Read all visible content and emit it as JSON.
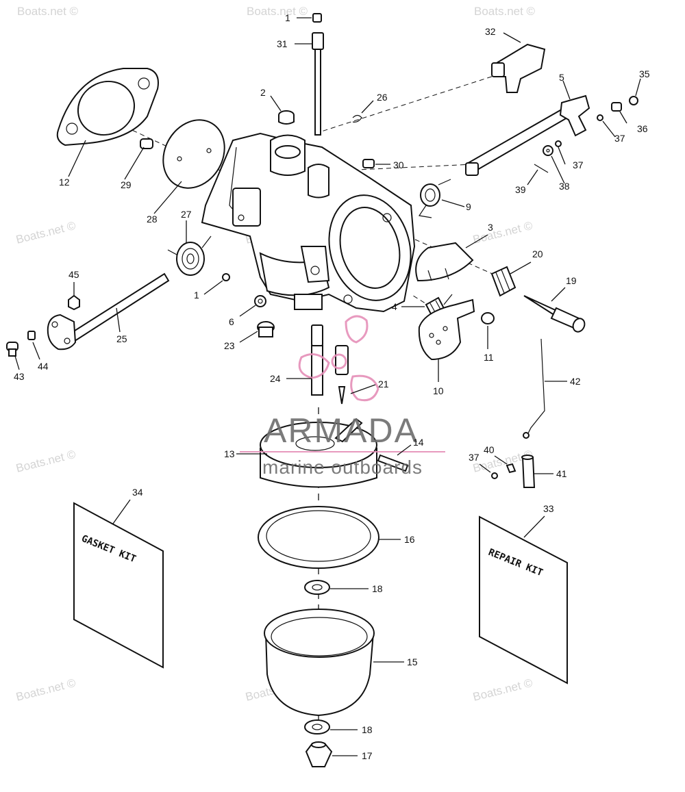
{
  "watermark": "Boats.net ©",
  "logo": {
    "brand": "ARMADA",
    "tagline": "marine outboards",
    "color": "#e58fb8"
  },
  "kits": {
    "gasket_kit": "GASKET KIT",
    "repair_kit": "REPAIR KIT"
  },
  "callouts": [
    "1",
    "31",
    "32",
    "2",
    "26",
    "5",
    "35",
    "36",
    "37",
    "12",
    "29",
    "30",
    "28",
    "9",
    "37",
    "38",
    "39",
    "27",
    "3",
    "20",
    "19",
    "45",
    "1",
    "4",
    "11",
    "6",
    "23",
    "25",
    "43",
    "44",
    "10",
    "24",
    "21",
    "42",
    "13",
    "14",
    "40",
    "37",
    "41",
    "34",
    "33",
    "16",
    "18",
    "15",
    "18",
    "17"
  ]
}
